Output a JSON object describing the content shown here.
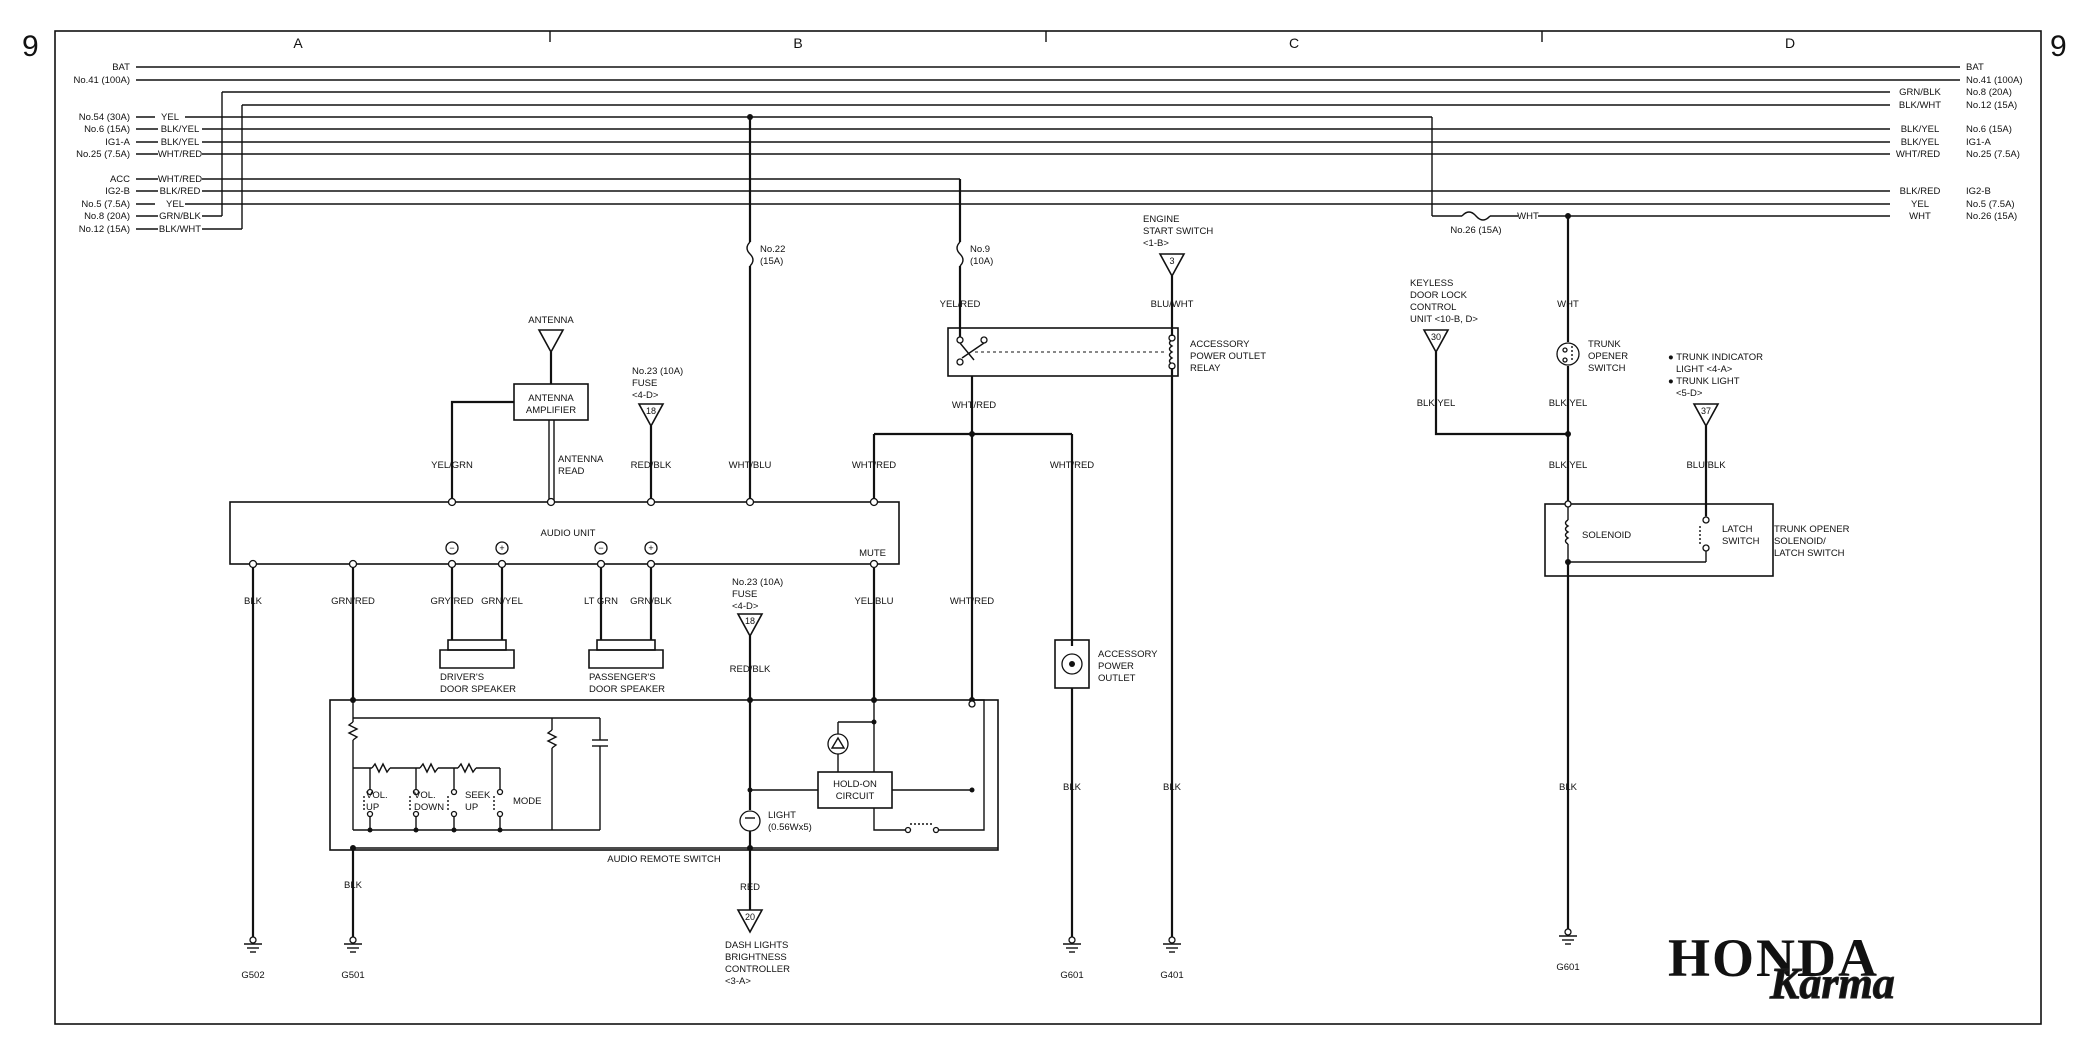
{
  "page": {
    "number_left": "9",
    "number_right": "9"
  },
  "columns": [
    "A",
    "B",
    "C",
    "D"
  ],
  "left_labels": [
    {
      "name": "BAT",
      "wire": ""
    },
    {
      "name": "No.41 (100A)",
      "wire": ""
    },
    {
      "name": "No.54 (30A)",
      "wire": "YEL"
    },
    {
      "name": "No.6 (15A)",
      "wire": "BLK/YEL"
    },
    {
      "name": "IG1-A",
      "wire": "BLK/YEL"
    },
    {
      "name": "No.25 (7.5A)",
      "wire": "WHT/RED"
    },
    {
      "name": "ACC",
      "wire": "WHT/RED"
    },
    {
      "name": "IG2-B",
      "wire": "BLK/RED"
    },
    {
      "name": "No.5 (7.5A)",
      "wire": "YEL"
    },
    {
      "name": "No.8 (20A)",
      "wire": "GRN/BLK"
    },
    {
      "name": "No.12 (15A)",
      "wire": "BLK/WHT"
    }
  ],
  "right_labels": [
    {
      "name": "BAT",
      "wire": ""
    },
    {
      "name": "No.41 (100A)",
      "wire": ""
    },
    {
      "name": "No.8 (20A)",
      "wire": "GRN/BLK"
    },
    {
      "name": "No.12 (15A)",
      "wire": "BLK/WHT"
    },
    {
      "name": "No.6 (15A)",
      "wire": "BLK/YEL"
    },
    {
      "name": "IG1-A",
      "wire": "BLK/YEL"
    },
    {
      "name": "No.25 (7.5A)",
      "wire": "WHT/RED"
    },
    {
      "name": "IG2-B",
      "wire": "BLK/RED"
    },
    {
      "name": "No.5 (7.5A)",
      "wire": "YEL"
    },
    {
      "name": "No.26 (15A)",
      "wire": "WHT"
    }
  ],
  "fuses": {
    "no22": [
      "No.22",
      "(15A)"
    ],
    "no9": [
      "No.9",
      "(10A)"
    ],
    "no26": "No.26 (15A)",
    "no26_wire": "WHT"
  },
  "components": {
    "antenna": "ANTENNA",
    "antenna_amp": [
      "ANTENNA",
      "AMPLIFIER"
    ],
    "antenna_read": [
      "ANTENNA",
      "READ"
    ],
    "fuse23_top": [
      "No.23 (10A)",
      "FUSE",
      "<4-D>"
    ],
    "fuse23_top_num": "18",
    "audio_unit": "AUDIO UNIT",
    "mute": "MUTE",
    "drivers_speaker": [
      "DRIVER'S",
      "DOOR SPEAKER"
    ],
    "passengers_speaker": [
      "PASSENGER'S",
      "DOOR SPEAKER"
    ],
    "fuse23_mid": [
      "No.23 (10A)",
      "FUSE",
      "<4-D>"
    ],
    "fuse23_mid_num": "18",
    "vol_up": [
      "VOL.",
      "UP"
    ],
    "vol_down": [
      "VOL.",
      "DOWN"
    ],
    "seek_up": [
      "SEEK",
      "UP"
    ],
    "mode": "MODE",
    "audio_remote": "AUDIO REMOTE SWITCH",
    "hold_on": [
      "HOLD-ON",
      "CIRCUIT"
    ],
    "light": [
      "LIGHT",
      "(0.56Wx5)"
    ],
    "dash_num": "20",
    "dash": [
      "DASH LIGHTS",
      "BRIGHTNESS",
      "CONTROLLER",
      "<3-A>"
    ],
    "engine_start": [
      "ENGINE",
      "START SWITCH",
      "<1-B>"
    ],
    "engine_num": "3",
    "relay": [
      "ACCESSORY",
      "POWER OUTLET",
      "RELAY"
    ],
    "outlet": [
      "ACCESSORY",
      "POWER",
      "OUTLET"
    ],
    "keyless": [
      "KEYLESS",
      "DOOR LOCK",
      "CONTROL",
      "UNIT <10-B, D>"
    ],
    "keyless_num": "30",
    "trunk_switch": [
      "TRUNK",
      "OPENER",
      "SWITCH"
    ],
    "trunk_light": [
      "● TRUNK INDICATOR",
      "LIGHT <4-A>",
      "● TRUNK LIGHT",
      "<5-D>"
    ],
    "trunk_light_num": "37",
    "solenoid": "SOLENOID",
    "latch": [
      "LATCH",
      "SWITCH"
    ],
    "trunk_solenoid": [
      "TRUNK OPENER",
      "SOLENOID/",
      "LATCH SWITCH"
    ]
  },
  "wires": {
    "yel_grn": "YEL/GRN",
    "red_blk": "RED/BLK",
    "wht_blu": "WHT/BLU",
    "wht_red": "WHT/RED",
    "yel_red": "YEL/RED",
    "blu_wht": "BLU/WHT",
    "blk": "BLK",
    "grn_red": "GRN/RED",
    "gry_red": "GRY/RED",
    "grn_yel": "GRN/YEL",
    "lt_grn": "LT GRN",
    "grn_blk": "GRN/BLK",
    "yel_blu": "YEL/BLU",
    "red": "RED",
    "blk_yel": "BLK/YEL",
    "wht": "WHT",
    "blu_blk": "BLU/BLK"
  },
  "grounds": [
    "G502",
    "G501",
    "G601",
    "G401",
    "G601"
  ],
  "logo": {
    "brand": "HONDA",
    "script": "Karma"
  }
}
